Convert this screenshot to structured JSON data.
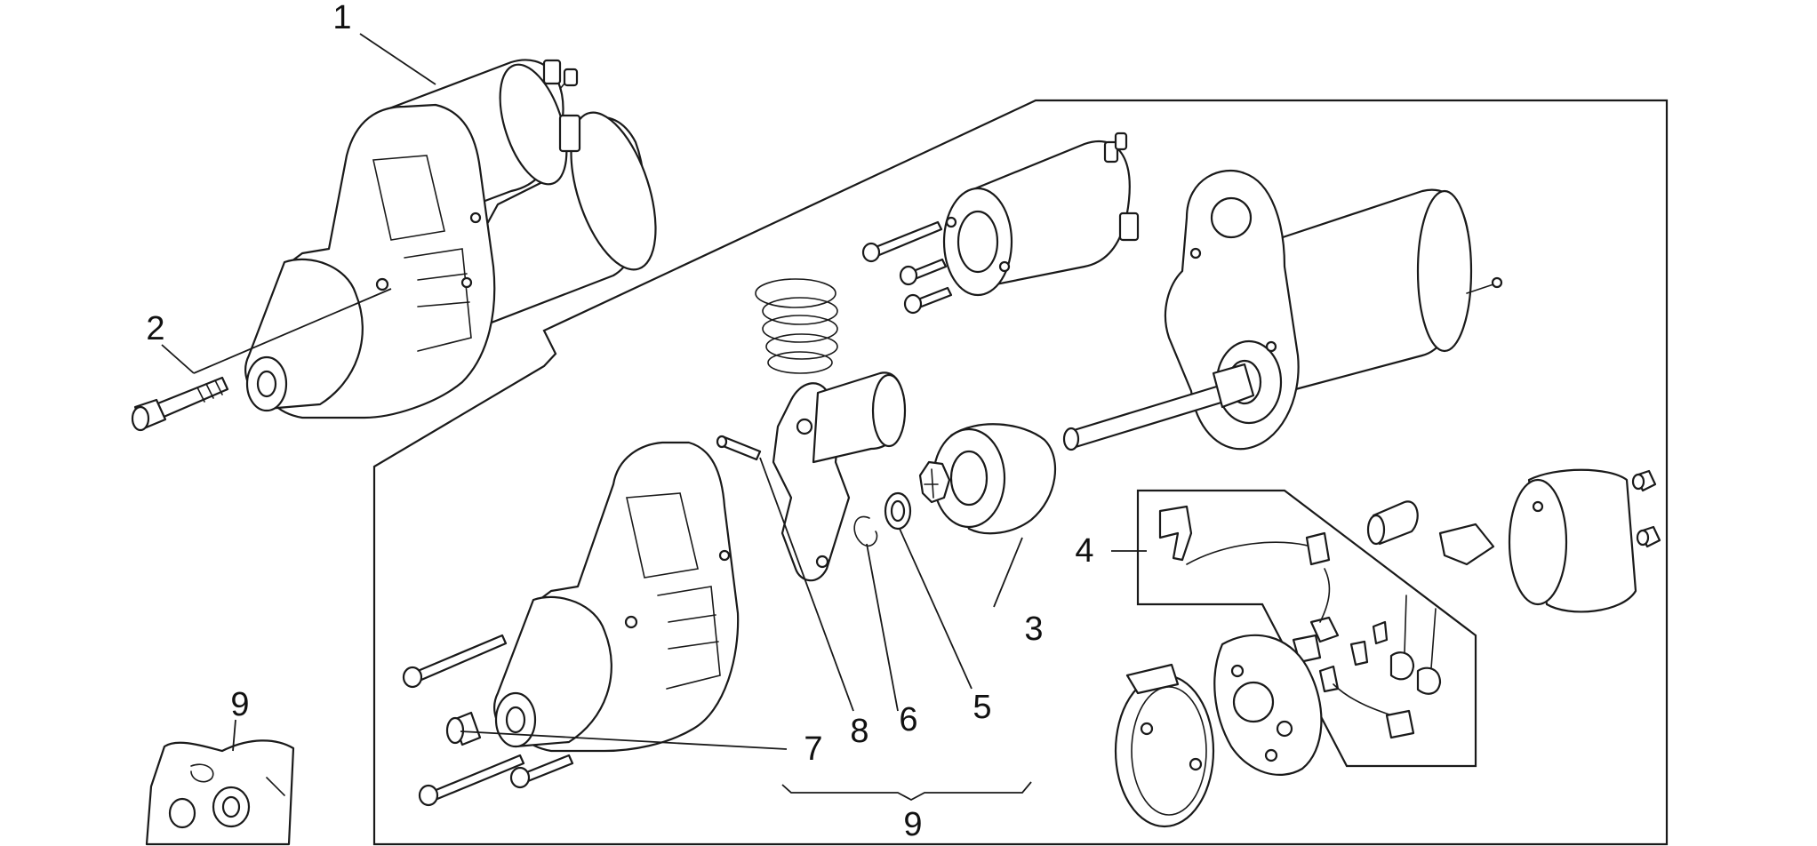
{
  "callouts": {
    "c1": "1",
    "c2": "2",
    "c3": "3",
    "c4": "4",
    "c5": "5",
    "c6": "6",
    "c7": "7",
    "c8": "8",
    "c9_bracket": "9",
    "c9_kit": "9"
  },
  "colors": {
    "line": "#1a1a1a",
    "background": "#ffffff"
  }
}
